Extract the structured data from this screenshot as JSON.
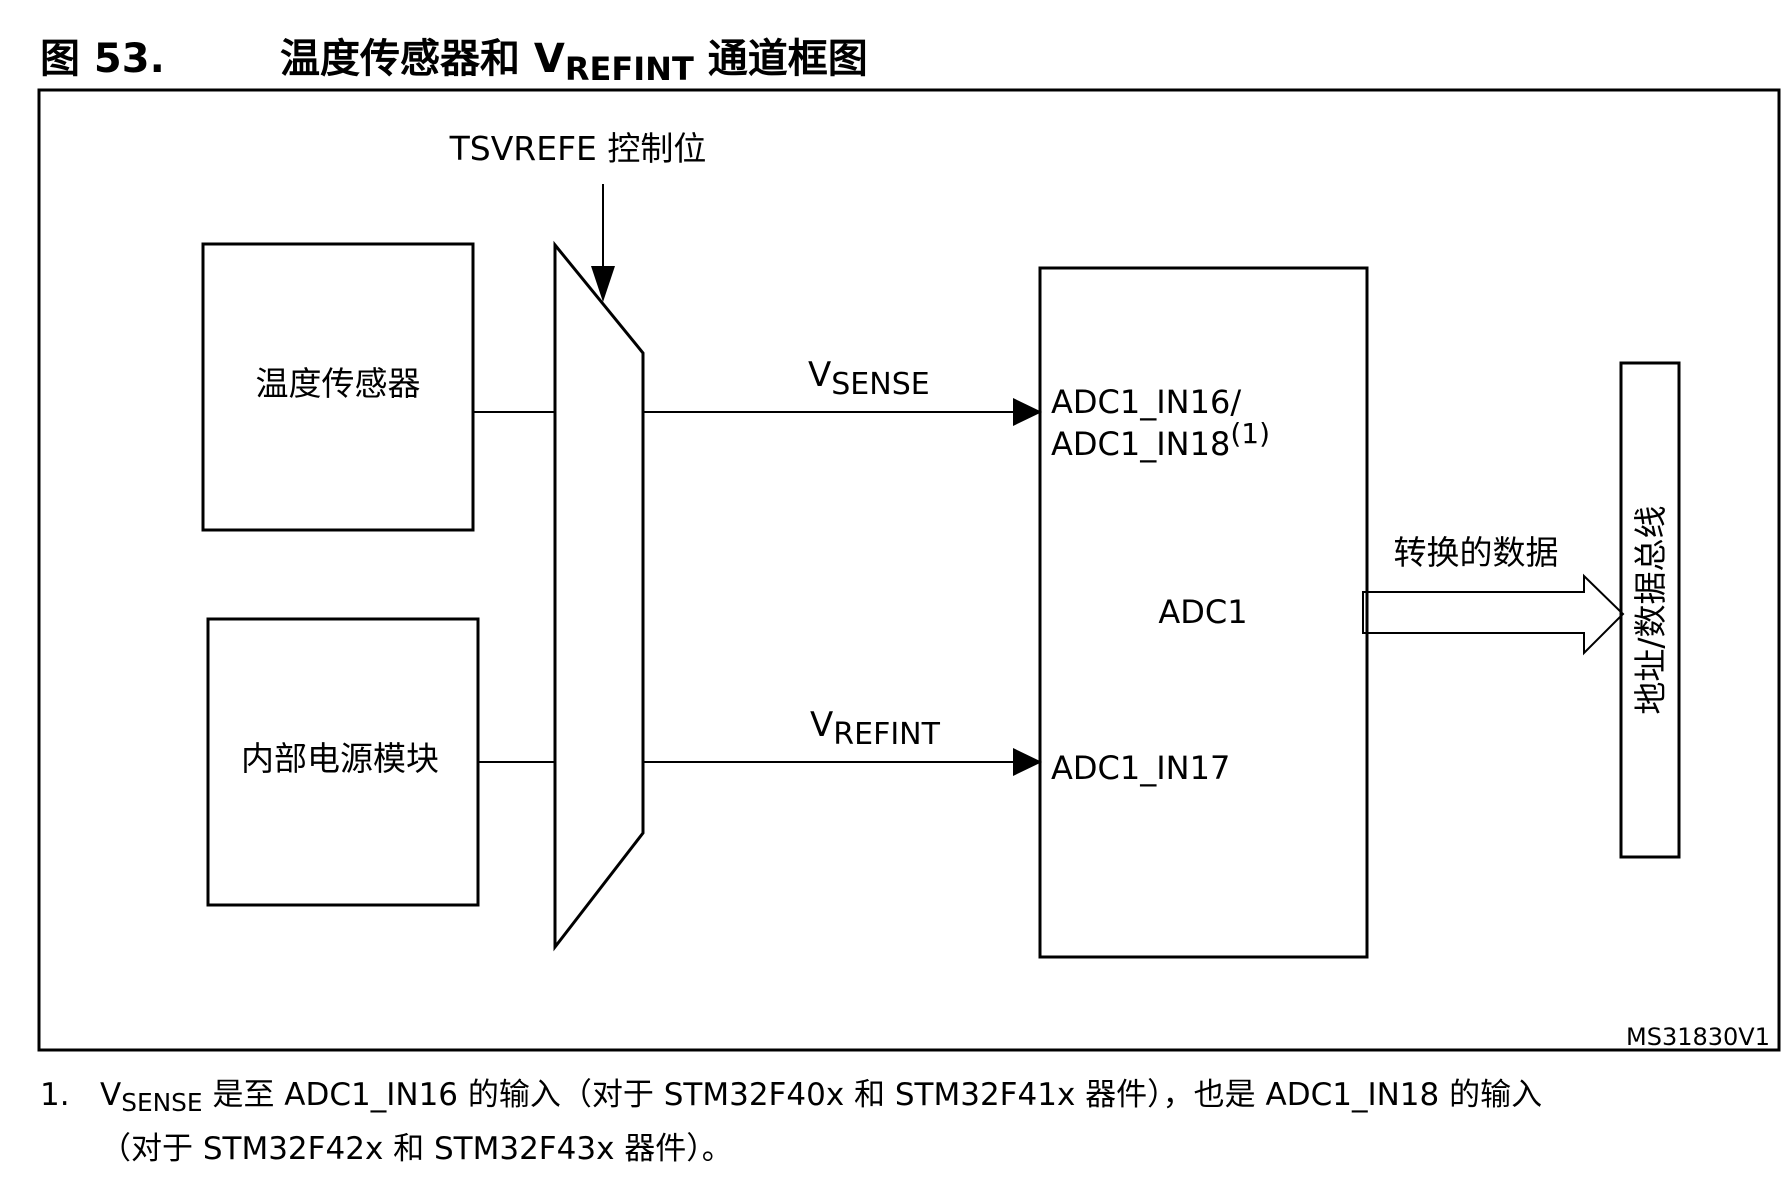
{
  "figure": {
    "number": "图 53.",
    "title_prefix": "温度传感器和 V",
    "title_sub": "REFINT",
    "title_suffix": " 通道框图"
  },
  "diagram": {
    "control_label": "TSVREFE 控制位",
    "sensor_block": "温度传感器",
    "power_block": "内部电源模块",
    "vsense_v": "V",
    "vsense_sub": "SENSE",
    "vrefint_v": "V",
    "vrefint_sub": "REFINT",
    "adc_in16": "ADC1_IN16/",
    "adc_in18": "ADC1_IN18",
    "adc_in18_note": "(1)",
    "adc_label": "ADC1",
    "adc_in17": "ADC1_IN17",
    "converted_data": "转换的数据",
    "bus_label": "地址/数据总线",
    "figure_code": "MS31830V1"
  },
  "footnote": {
    "number": "1.",
    "v": "V",
    "sub": "SENSE",
    "line1_rest": " 是至 ADC1_IN16 的输入（对于 STM32F40x 和 STM32F41x 器件），也是 ADC1_IN18 的输入",
    "line2": "（对于 STM32F42x 和 STM32F43x 器件）。"
  }
}
